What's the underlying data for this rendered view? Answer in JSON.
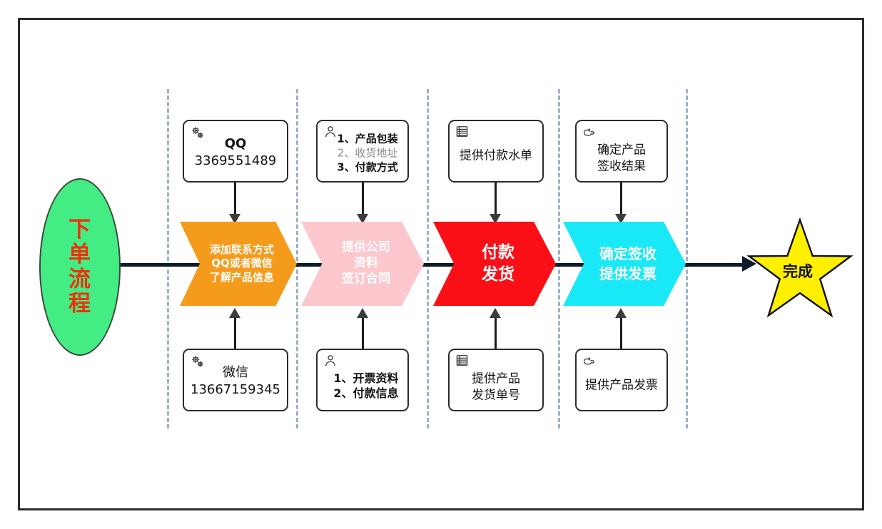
{
  "diagram": {
    "title_node": {
      "label_lines": [
        "下",
        "单",
        "流",
        "程"
      ],
      "fill": "#44ec84",
      "text_color": "#f0300a"
    },
    "end_node": {
      "label": "完成",
      "fill": "#ffef00",
      "stroke": "#111111"
    },
    "stages": [
      {
        "id": "stage-contact",
        "chevron": {
          "lines": [
            "添加联系方式",
            "QQ或者微信",
            "了解产品信息"
          ],
          "fill": "#f59b1c",
          "font_size": 15
        },
        "top_note": {
          "icon": "gears-icon",
          "lines": [
            {
              "text": "QQ",
              "style": "bold"
            },
            {
              "text": "3369551489",
              "style": "normal"
            }
          ],
          "font_size": 18
        },
        "bottom_note": {
          "icon": "gears-icon",
          "lines": [
            {
              "text": "微信",
              "style": "normal"
            },
            {
              "text": "13667159345",
              "style": "normal"
            }
          ],
          "font_size": 18
        }
      },
      {
        "id": "stage-company-info",
        "chevron": {
          "lines": [
            "提供公司",
            "资料",
            "签订合同"
          ],
          "fill": "#fcc7cd",
          "font_size": 17
        },
        "top_note": {
          "icon": "person-icon",
          "lines": [
            {
              "text": "1、产品包装",
              "style": "bold"
            },
            {
              "text": "2、收货地址",
              "style": "dim"
            },
            {
              "text": "3、付款方式",
              "style": "bold"
            }
          ],
          "font_size": 15
        },
        "bottom_note": {
          "icon": "person-icon",
          "lines": [
            {
              "text": "1、开票资料",
              "style": "bold"
            },
            {
              "text": "2、付款信息",
              "style": "bold"
            }
          ],
          "font_size": 16
        }
      },
      {
        "id": "stage-pay-ship",
        "chevron": {
          "lines": [
            "付款",
            "发货"
          ],
          "fill": "#fa0f17",
          "font_size": 23
        },
        "top_note": {
          "icon": "list-icon",
          "lines": [
            {
              "text": "提供付款水单",
              "style": "normal"
            }
          ],
          "font_size": 17
        },
        "bottom_note": {
          "icon": "list-icon",
          "lines": [
            {
              "text": "提供产品",
              "style": "normal"
            },
            {
              "text": "发货单号",
              "style": "normal"
            }
          ],
          "font_size": 17
        }
      },
      {
        "id": "stage-confirm-invoice",
        "chevron": {
          "lines": [
            "确定签收",
            "提供发票"
          ],
          "fill": "#19e9f7",
          "font_size": 20
        },
        "top_note": {
          "icon": "pointing-hand-icon",
          "lines": [
            {
              "text": "确定产品",
              "style": "normal"
            },
            {
              "text": "签收结果",
              "style": "normal"
            }
          ],
          "font_size": 17
        },
        "bottom_note": {
          "icon": "pointing-hand-icon",
          "lines": [
            {
              "text": "提供产品发票",
              "style": "normal"
            }
          ],
          "font_size": 17
        }
      }
    ],
    "colors": {
      "connector": "#0d1b2a",
      "separator": "#9db0c9",
      "frame": "#2b2b2b"
    }
  }
}
